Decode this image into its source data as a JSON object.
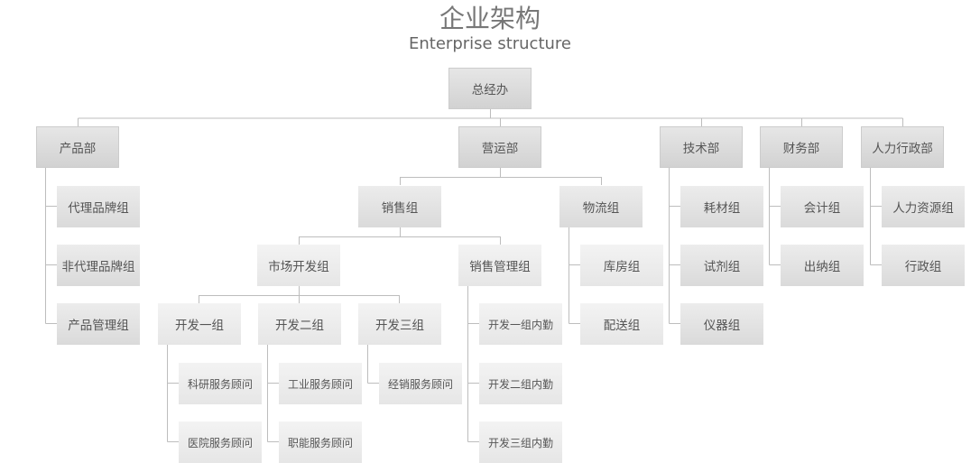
{
  "title": "企业架构",
  "subtitle": "Enterprise structure",
  "nodes": {
    "root": "总经办",
    "product": "产品部",
    "operations": "营运部",
    "tech": "技术部",
    "finance": "财务部",
    "hr": "人力行政部",
    "agent_brand": "代理品牌组",
    "non_agent_brand": "非代理品牌组",
    "product_mgmt": "产品管理组",
    "sales": "销售组",
    "logistics": "物流组",
    "market_dev": "市场开发组",
    "sales_mgmt": "销售管理组",
    "dev1": "开发一组",
    "dev2": "开发二组",
    "dev3": "开发三组",
    "research_consult": "科研服务顾问",
    "hospital_consult": "医院服务顾问",
    "industry_consult": "工业服务顾问",
    "function_consult": "职能服务顾问",
    "dealer_consult": "经销服务顾问",
    "dev1_internal": "开发一组内勤",
    "dev2_internal": "开发二组内勤",
    "dev3_internal": "开发三组内勤",
    "warehouse": "库房组",
    "delivery": "配送组",
    "consumables": "耗材组",
    "reagent": "试剂组",
    "instrument": "仪器组",
    "accounting": "会计组",
    "cashier": "出纳组",
    "hr_resources": "人力资源组",
    "admin": "行政组"
  }
}
